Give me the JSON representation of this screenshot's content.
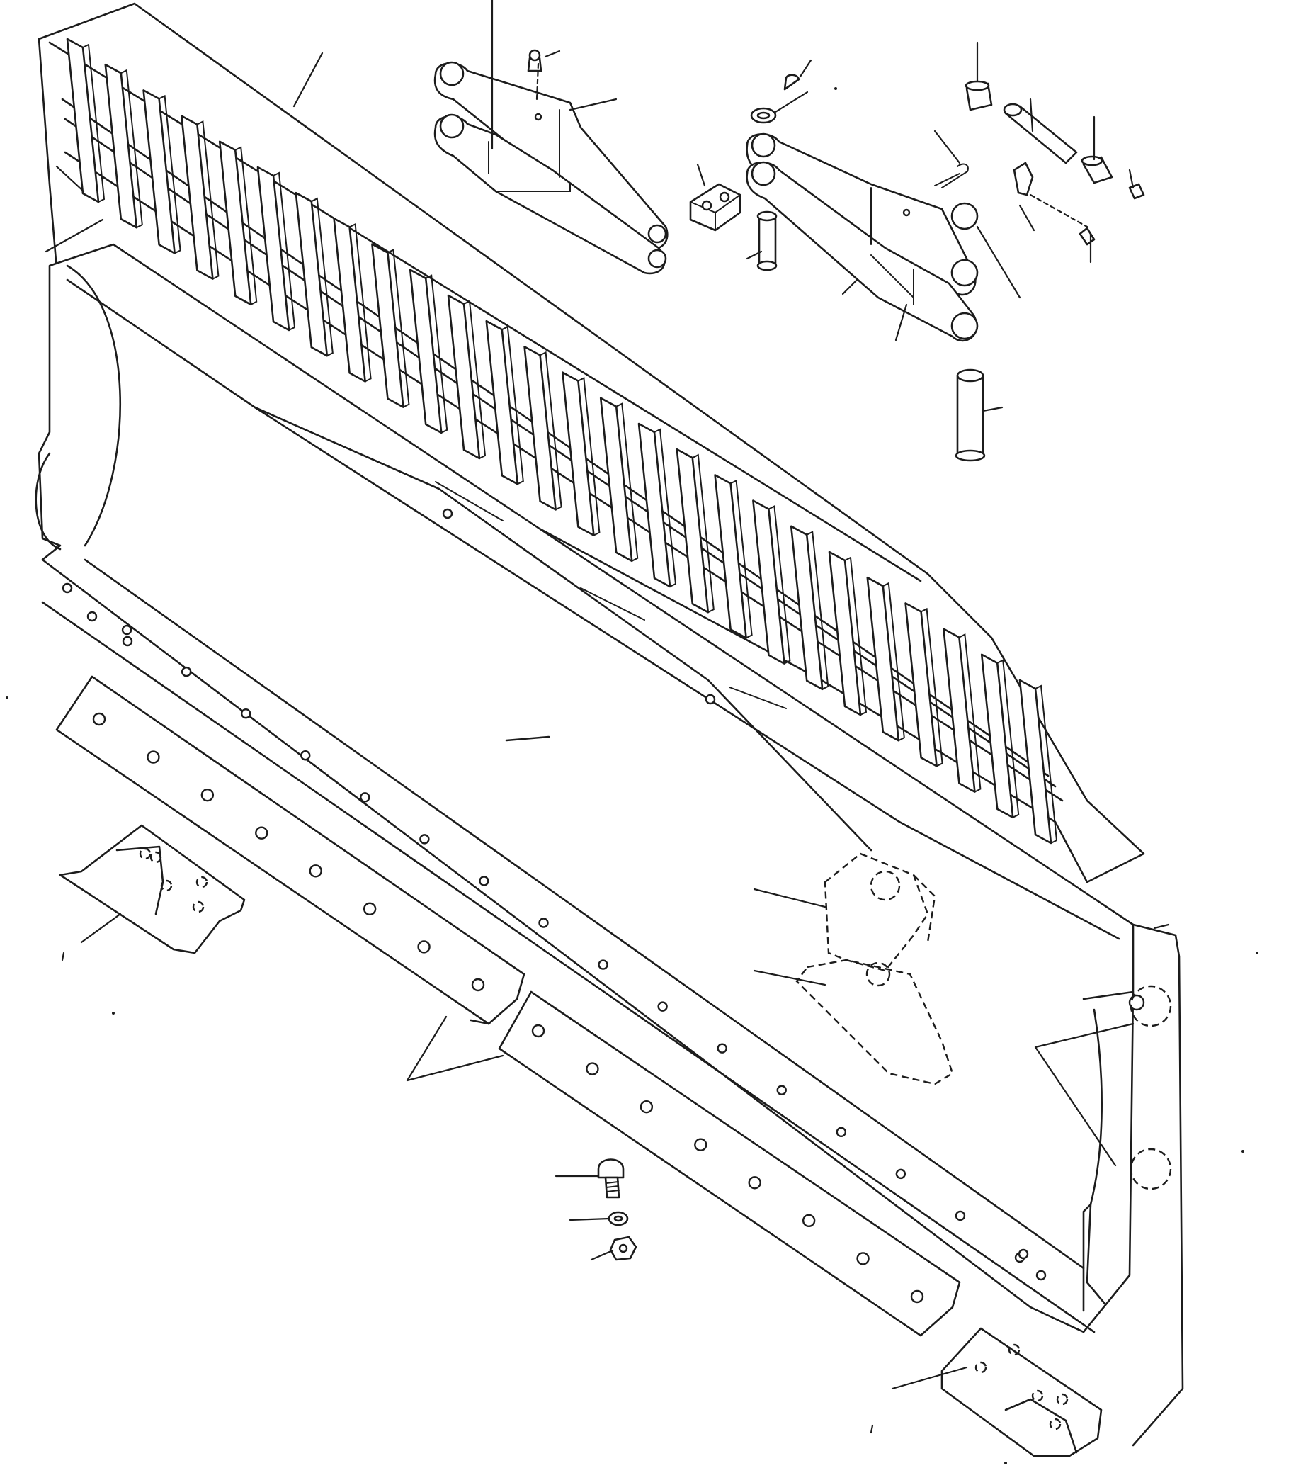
{
  "drawing": {
    "view": "exploded-isometric",
    "line_color": "#1c1c1c",
    "background": "#ffffff",
    "rib_count": 26,
    "components": [
      {
        "name": "rear-grille-frame",
        "icon": "grille-rack-icon"
      },
      {
        "name": "blade-moldboard",
        "icon": "moldboard-icon"
      },
      {
        "name": "left-upper-link-arm",
        "icon": "link-arm-icon"
      },
      {
        "name": "right-upper-link-arm",
        "icon": "link-arm-icon"
      },
      {
        "name": "cutting-edge-left",
        "icon": "cutting-edge-icon"
      },
      {
        "name": "cutting-edge-right",
        "icon": "cutting-edge-icon"
      },
      {
        "name": "end-bit-left",
        "icon": "end-bit-icon"
      },
      {
        "name": "end-bit-right",
        "icon": "end-bit-icon"
      },
      {
        "name": "trunnion-bracket",
        "icon": "bracket-icon"
      },
      {
        "name": "main-pin",
        "icon": "pin-icon"
      },
      {
        "name": "short-pin",
        "icon": "pin-icon"
      },
      {
        "name": "spacer-block",
        "icon": "block-icon"
      },
      {
        "name": "bushing",
        "icon": "bushing-icon"
      },
      {
        "name": "bolt",
        "icon": "bolt-icon"
      },
      {
        "name": "lock-washer",
        "icon": "washer-icon"
      },
      {
        "name": "nut",
        "icon": "nut-icon"
      },
      {
        "name": "cotter-pin",
        "icon": "cotter-pin-icon"
      },
      {
        "name": "grease-fitting",
        "icon": "fitting-icon"
      }
    ]
  }
}
